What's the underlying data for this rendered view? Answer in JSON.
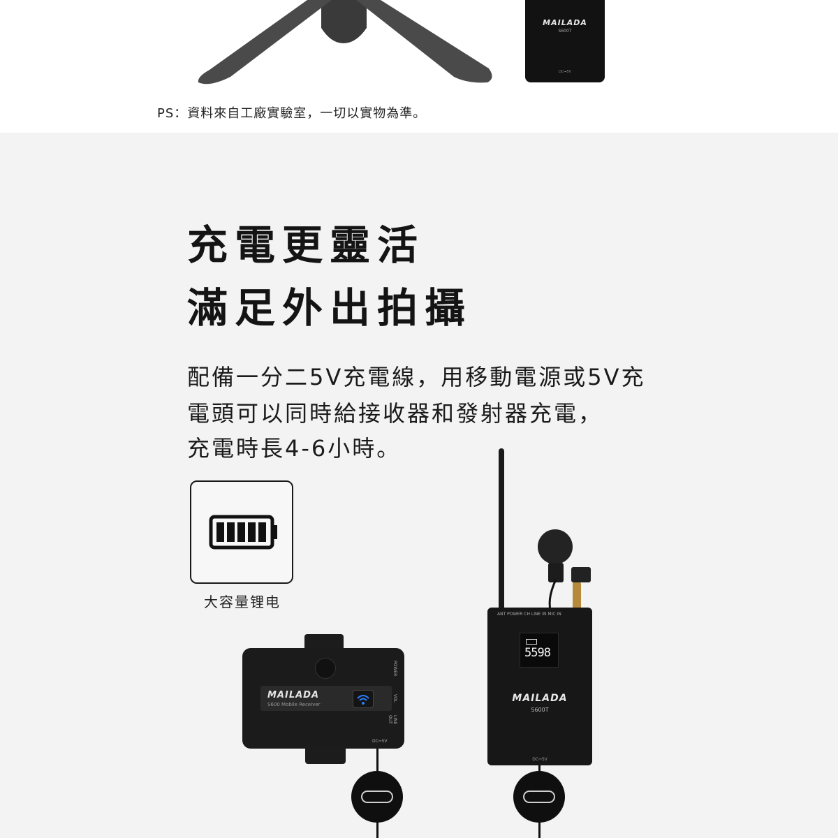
{
  "top": {
    "note": "PS：資料來自工廠實驗室，一切以實物為準。",
    "transmitter": {
      "brand": "MAILADA",
      "model": "S600T",
      "dc_label": "DC⎓5V"
    }
  },
  "headline": {
    "line1": "充電更靈活",
    "line2": "滿足外出拍攝"
  },
  "description": {
    "line1": "配備一分二5V充電線，用移動電源或5V充",
    "line2": "電頭可以同時給接收器和發射器充電，",
    "line3": "充電時長4-6小時。"
  },
  "battery_feature": {
    "icon": "battery-full-icon",
    "caption": "大容量锂电"
  },
  "receiver": {
    "brand": "MAILADA",
    "model": "S600 Mobile Receiver",
    "power_label": "POWER",
    "vol_label": "VOL",
    "line_out_label": "LINE OUT",
    "dc_label": "DC⎓5V"
  },
  "transmitter": {
    "ports_label": "ANT    POWER   CH    LINE IN  MIC IN",
    "lcd_channel": "5598",
    "brand": "MAILADA",
    "model": "S600T",
    "dc_label": "DC⎓5V"
  },
  "colors": {
    "page_bg": "#f3f3f3",
    "top_bg": "#ffffff",
    "device": "#1b1b1b",
    "wifi_accent": "#2a7fff"
  }
}
